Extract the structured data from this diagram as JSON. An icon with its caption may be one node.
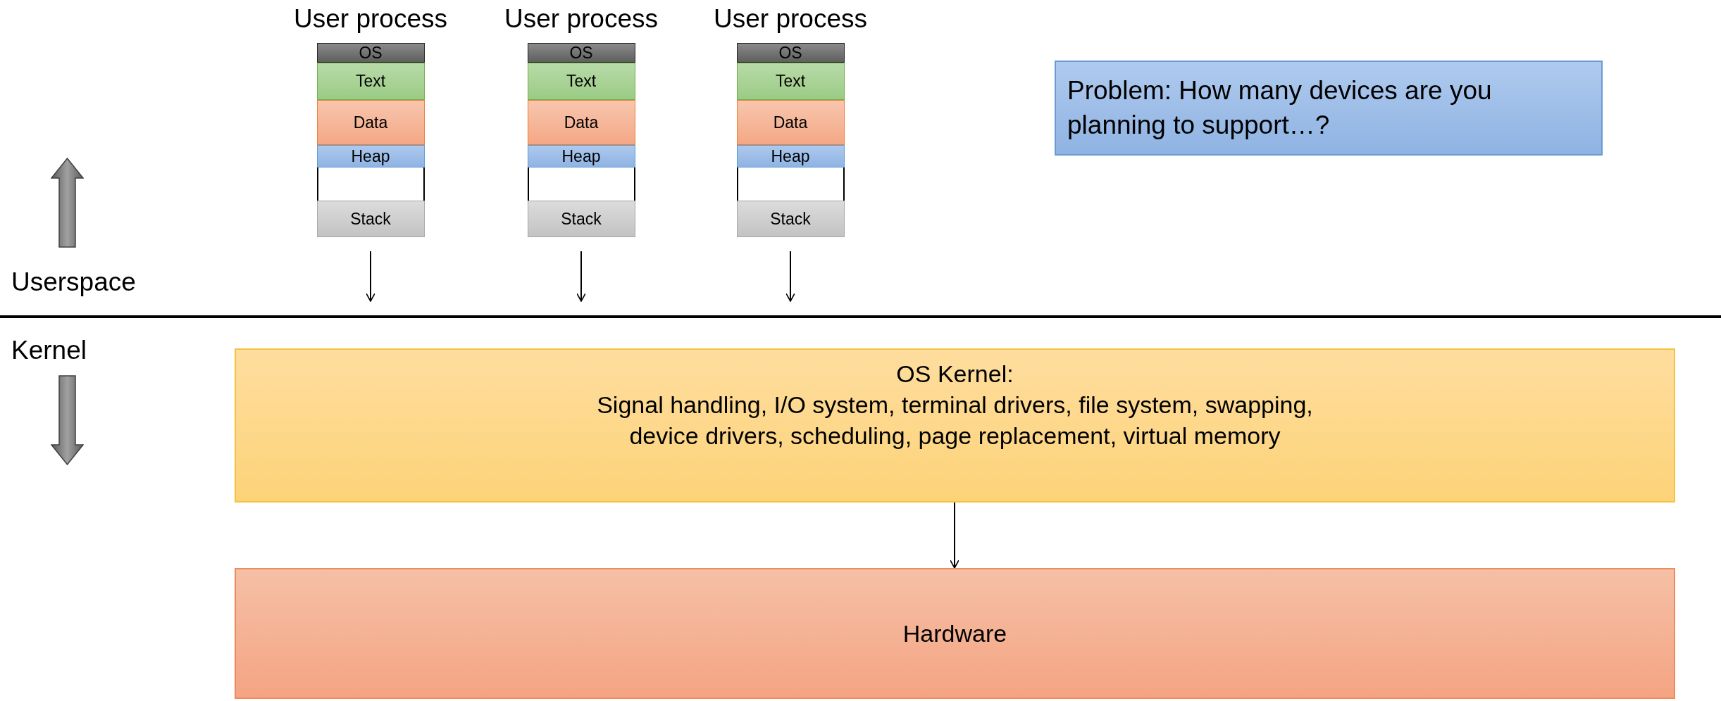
{
  "diagram": {
    "nodes": [
      {
        "text": [
          "User process"
        ]
      },
      {
        "text": [
          "OS"
        ],
        "in": 0
      },
      {
        "text": [
          "Text"
        ],
        "in": 0
      },
      {
        "text": [
          "Data"
        ],
        "in": 0
      },
      {
        "text": [
          "Heap"
        ],
        "in": 0
      },
      {
        "text": [],
        "shape": "box",
        "in": 0
      },
      {
        "text": [
          "Stack"
        ],
        "in": 0
      },
      {
        "text": [
          "User process"
        ]
      },
      {
        "text": [
          "OS"
        ],
        "in": 7
      },
      {
        "text": [
          "Text"
        ],
        "in": 7
      },
      {
        "text": [
          "Data"
        ],
        "in": 7
      },
      {
        "text": [
          "Heap"
        ],
        "in": 7
      },
      {
        "text": [],
        "shape": "box",
        "in": 7
      },
      {
        "text": [
          "Stack"
        ],
        "in": 7
      },
      {
        "text": [
          "User process"
        ]
      },
      {
        "text": [
          "OS"
        ],
        "in": 14
      },
      {
        "text": [
          "Text"
        ],
        "in": 14
      },
      {
        "text": [
          "Data"
        ],
        "in": 14
      },
      {
        "text": [
          "Heap"
        ],
        "in": 14
      },
      {
        "text": [],
        "shape": "box",
        "in": 14
      },
      {
        "text": [
          "Stack"
        ],
        "in": 14
      },
      {
        "text": [
          "Problem: How many devices are you planning to support…?"
        ]
      },
      {
        "text": [
          "OS Kernel:",
          "Signal handling, I/O system, terminal drivers, file system, swapping, device drivers, scheduling, page replacement, virtual memory"
        ]
      },
      {
        "text": [
          "Hardware"
        ]
      }
    ],
    "edges": [
      {
        "from": 0,
        "to": null,
        "arrow": "to"
      },
      {
        "from": 7,
        "to": null,
        "arrow": "to"
      },
      {
        "from": 14,
        "to": null,
        "arrow": "to"
      },
      {
        "from": 22,
        "to": 23,
        "arrow": "to"
      }
    ],
    "labels": [
      "Userspace",
      "Kernel"
    ]
  }
}
